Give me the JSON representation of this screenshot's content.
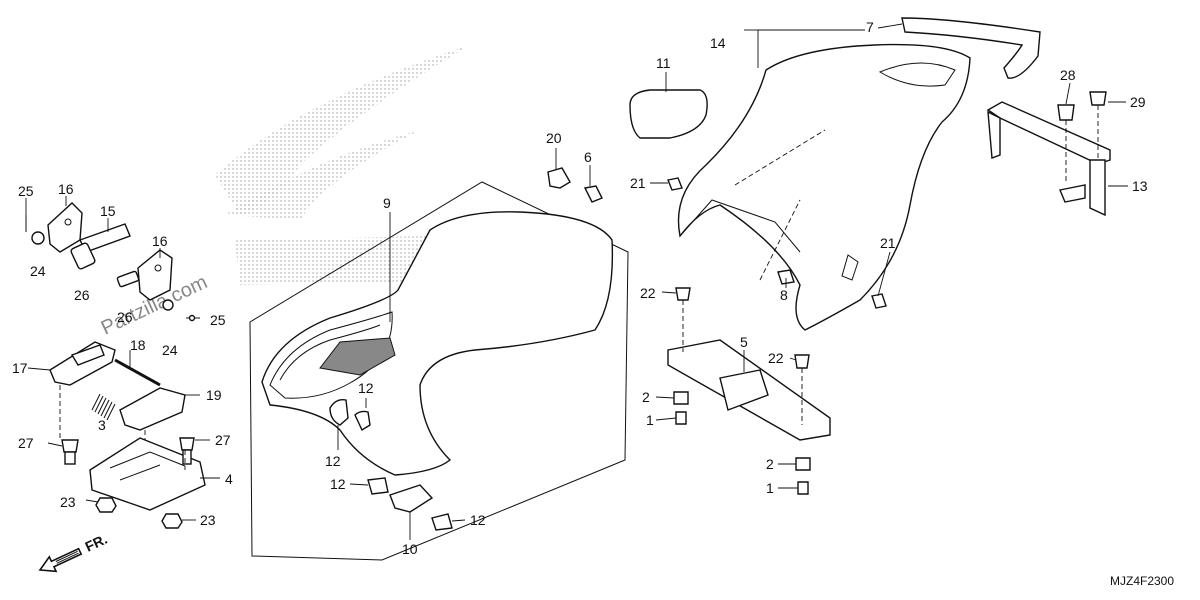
{
  "diagram": {
    "code": "MJZ4F2300",
    "watermark": "Partzilla.com",
    "direction_label": "FR.",
    "callouts": [
      "1",
      "2",
      "3",
      "4",
      "5",
      "6",
      "7",
      "8",
      "9",
      "10",
      "11",
      "12",
      "13",
      "14",
      "15",
      "16",
      "17",
      "18",
      "19",
      "20",
      "21",
      "22",
      "23",
      "24",
      "25",
      "26",
      "27",
      "28",
      "29"
    ]
  },
  "colors": {
    "line": "#111111",
    "watermark": "#888888",
    "halftone": "#bbbbbb"
  },
  "icons": [
    "direction-arrow-icon",
    "brand-wing-logo"
  ]
}
